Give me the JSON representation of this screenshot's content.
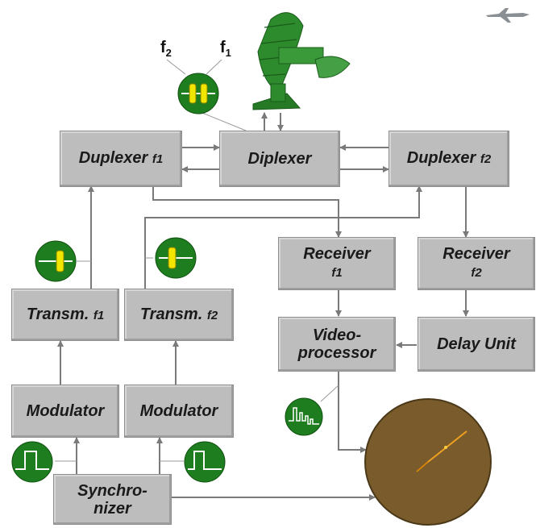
{
  "blocks": {
    "duplexer_f1": {
      "label": "Duplexer ",
      "sub": "f1"
    },
    "diplexer": {
      "label": "Diplexer"
    },
    "duplexer_f2": {
      "label": "Duplexer ",
      "sub": "f2"
    },
    "receiver_f1": {
      "line1": "Receiver",
      "line2": "f1"
    },
    "receiver_f2": {
      "line1": "Receiver",
      "line2": "f2"
    },
    "transm_f1": {
      "label": "Transm. ",
      "sub": "f1"
    },
    "transm_f2": {
      "label": "Transm. ",
      "sub": "f2"
    },
    "videoprocessor": {
      "line1": "Video-",
      "line2": "processor"
    },
    "delay_unit": {
      "label": "Delay Unit"
    },
    "modulator_1": {
      "label": "Modulator"
    },
    "modulator_2": {
      "label": "Modulator"
    },
    "synchronizer": {
      "line1": "Synchro-",
      "line2": "nizer"
    }
  },
  "filter_labels": {
    "f2": {
      "main": "f",
      "sub": "2"
    },
    "f1": {
      "main": "f",
      "sub": "1"
    }
  },
  "icons": {
    "antenna": "radar-antenna-icon",
    "aircraft": "aircraft-icon",
    "display": "ppi-display-icon"
  },
  "colors": {
    "block_fill": "#bdbdbd",
    "line": "#7a7a7a",
    "indicator_green": "#1e7d1e",
    "indicator_yellow": "#f2e600",
    "antenna_green": "#2d8a2d",
    "display_brown": "#7a5c2c",
    "sweep_orange": "#e08a00"
  }
}
